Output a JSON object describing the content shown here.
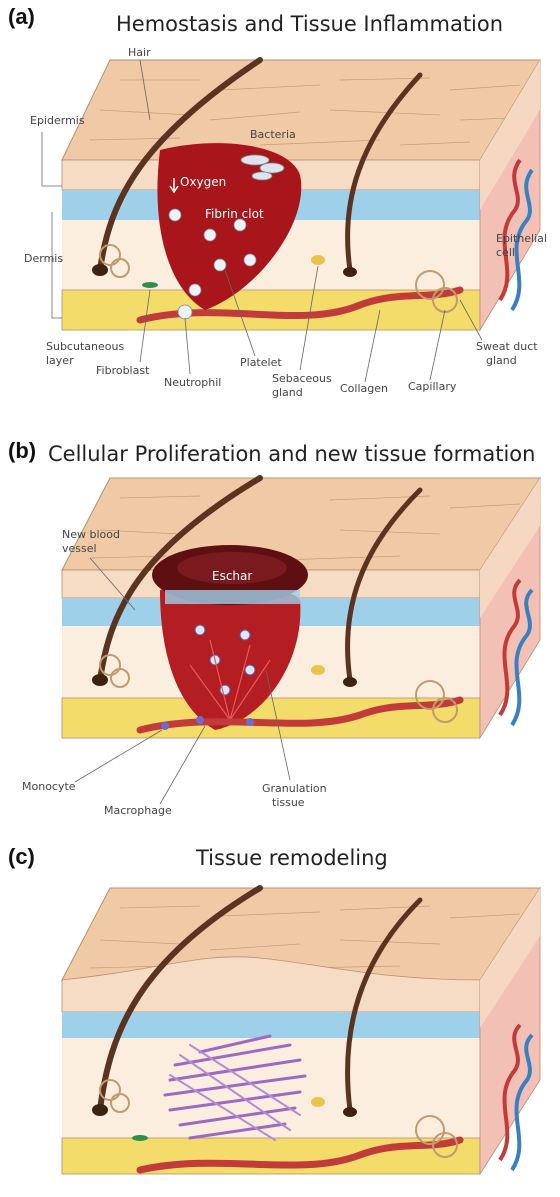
{
  "panels": [
    {
      "letter": "(a)",
      "title": "Hemostasis and Tissue Inflammation",
      "labels": {
        "hair": "Hair",
        "epidermis": "Epidermis",
        "dermis": "Dermis",
        "subcutaneous": "Subcutaneous",
        "layer": "layer",
        "bacteria": "Bacteria",
        "oxygen": "Oxygen",
        "fibrin_clot": "Fibrin clot",
        "epithelial": "Epithelial",
        "cell": "cell",
        "fibroblast": "Fibroblast",
        "neutrophil": "Neutrophil",
        "platelet": "Platelet",
        "sebaceous": "Sebaceous",
        "gland": "gland",
        "collagen": "Collagen",
        "capillary": "Capillary",
        "sweat_duct": "Sweat duct",
        "sweat_gland": "gland"
      }
    },
    {
      "letter": "(b)",
      "title": "Cellular Proliferation and new tissue formation",
      "labels": {
        "new_blood": "New blood",
        "vessel": "vessel",
        "eschar": "Eschar",
        "monocyte": "Monocyte",
        "macrophage": "Macrophage",
        "granulation": "Granulation",
        "tissue": "tissue"
      }
    },
    {
      "letter": "(c)",
      "title": "Tissue remodeling"
    }
  ],
  "colors": {
    "skin_top": "#f0c9a6",
    "epidermis": "#f6dcc4",
    "papillary": "#9fd0ea",
    "dermis": "#fbeede",
    "subcutaneous": "#f3dc6a",
    "vessel": "#c23b3b",
    "vein": "#3a7fc2",
    "hair": "#5a3420",
    "clot": "#a8151a",
    "scar": "#9c6ac2"
  }
}
